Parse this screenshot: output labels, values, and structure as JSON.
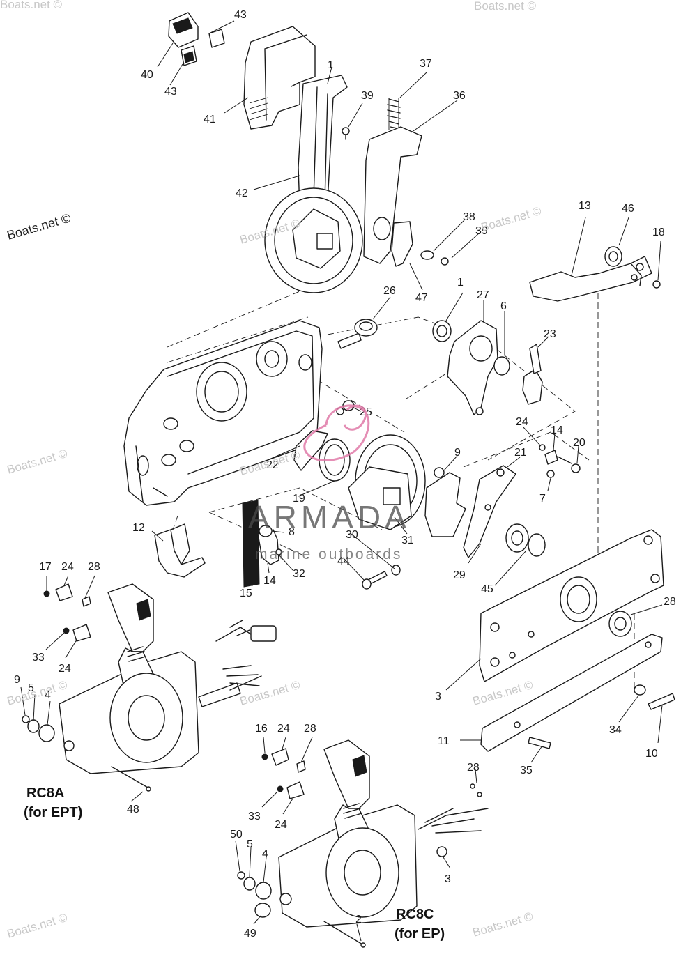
{
  "watermark": {
    "site_text": "Boats.net ©",
    "logo_name": "ARMADA",
    "logo_tagline": "marine outboards",
    "logo_color": "#e07aa8"
  },
  "models": [
    {
      "code": "RC8A",
      "variant": "(for EPT)"
    },
    {
      "code": "RC8C",
      "variant": "(for EP)"
    }
  ],
  "callouts": [
    "43",
    "43",
    "40",
    "41",
    "1",
    "39",
    "37",
    "36",
    "42",
    "38",
    "39",
    "47",
    "13",
    "46",
    "18",
    "26",
    "1",
    "27",
    "6",
    "23",
    "25",
    "24",
    "14",
    "20",
    "21",
    "22",
    "9",
    "7",
    "19",
    "8",
    "12",
    "30",
    "31",
    "29",
    "45",
    "44",
    "32",
    "14",
    "15",
    "17",
    "24",
    "28",
    "33",
    "24",
    "28",
    "9",
    "5",
    "4",
    "3",
    "34",
    "10",
    "11",
    "35",
    "16",
    "24",
    "28",
    "33",
    "24",
    "28",
    "50",
    "5",
    "4",
    "3",
    "49",
    "48",
    "2",
    "2"
  ]
}
